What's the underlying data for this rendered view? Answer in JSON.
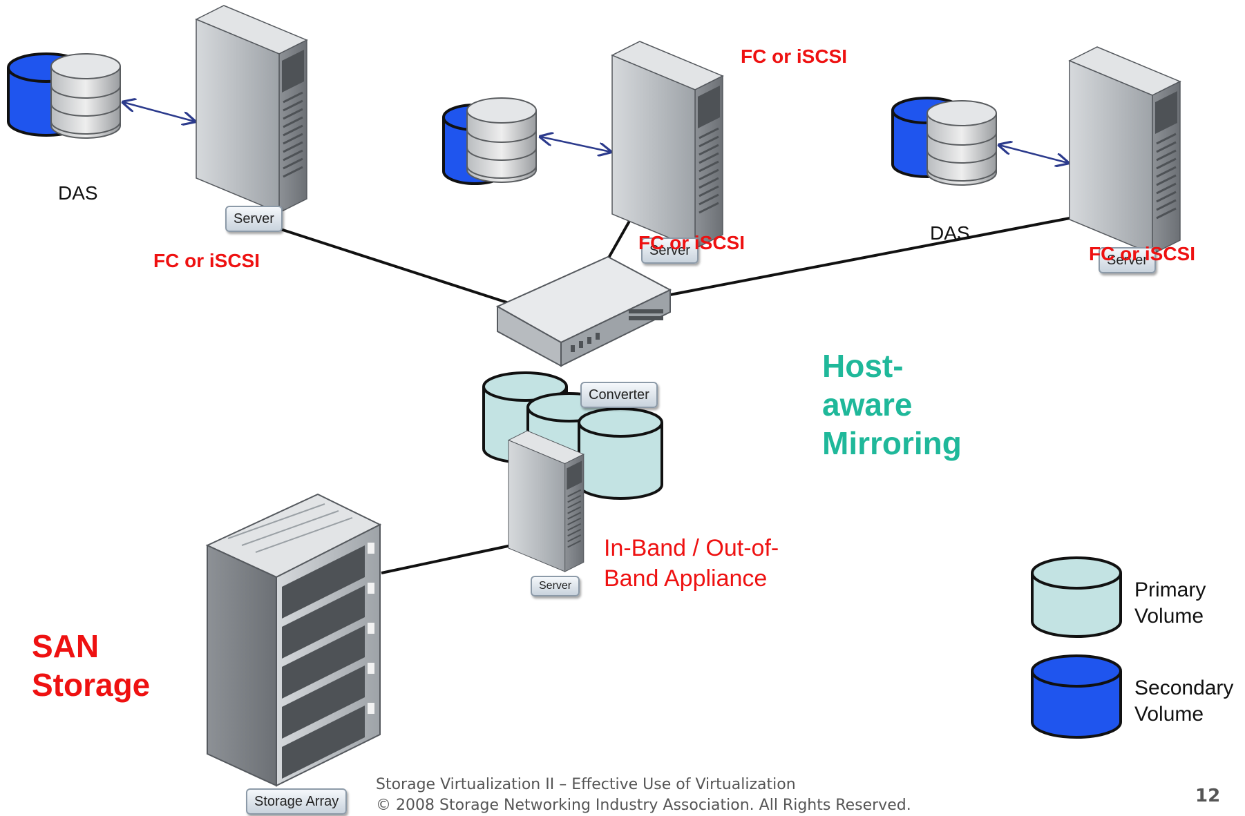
{
  "labels": {
    "das_1": "DAS",
    "das_2": "DAS",
    "fc_top": "FC or iSCSI",
    "fc_left": "FC or iSCSI",
    "fc_mid": "FC or iSCSI",
    "fc_right": "FC or iSCSI",
    "host_aware": [
      "Host-",
      "aware",
      "Mirroring"
    ],
    "appliance": [
      "In-Band / Out-of-",
      "Band Appliance"
    ],
    "san_storage": [
      "SAN",
      "Storage"
    ]
  },
  "tags": {
    "server_1": "Server",
    "server_2": "Server",
    "server_3": "Server",
    "server_appliance": "Server",
    "converter": "Converter",
    "storage_array": "Storage Array"
  },
  "legend": {
    "primary": [
      "Primary",
      "Volume"
    ],
    "secondary": [
      "Secondary",
      "Volume"
    ]
  },
  "footer": {
    "line1": "Storage Virtualization II – Effective Use of Virtualization",
    "line2": "© 2008 Storage Networking Industry Association. All Rights Reserved.",
    "page": "12"
  },
  "colors": {
    "primary_volume": "#c3e3e3",
    "secondary_volume": "#1f55ee",
    "label_red": "#ee1111",
    "label_green": "#1fb89a"
  }
}
